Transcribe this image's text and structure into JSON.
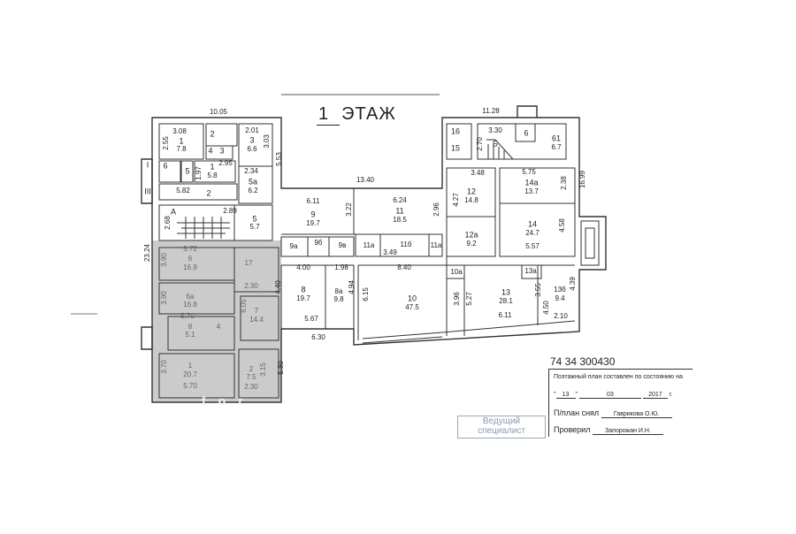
{
  "title": {
    "number": "1",
    "label": "ЭТАЖ"
  },
  "rooms": [
    {
      "number": "1",
      "area": "7.8"
    },
    {
      "number": "2"
    },
    {
      "number": "4"
    },
    {
      "number": "3"
    },
    {
      "number": "3",
      "area": "6.6"
    },
    {
      "number": "6"
    },
    {
      "number": "5"
    },
    {
      "number": "1",
      "area": "5.8"
    },
    {
      "number": "5а",
      "area": "6.2"
    },
    {
      "number": "2"
    },
    {
      "number": "А"
    },
    {
      "number": "5",
      "area": "5.7"
    },
    {
      "number": "9",
      "area": "19.7"
    },
    {
      "number": "11",
      "area": "18.5"
    },
    {
      "number": "16"
    },
    {
      "number": "15"
    },
    {
      "number": "Б"
    },
    {
      "number": "6"
    },
    {
      "number": "61",
      "area": "6.7"
    },
    {
      "number": "12",
      "area": "14.8"
    },
    {
      "number": "14а",
      "area": "13.7"
    },
    {
      "number": "12а",
      "area": "9.2"
    },
    {
      "number": "14",
      "area": "24.7"
    },
    {
      "number": "10а"
    },
    {
      "number": "13а"
    },
    {
      "number": "13",
      "area": "28.1"
    },
    {
      "number": "13б",
      "area": "9.4"
    },
    {
      "number": "9а"
    },
    {
      "number": "9б"
    },
    {
      "number": "9в"
    },
    {
      "number": "11а"
    },
    {
      "number": "11б"
    },
    {
      "number": "11а"
    },
    {
      "number": "8",
      "area": "19.7"
    },
    {
      "number": "8а",
      "area": "9.8"
    },
    {
      "number": "10",
      "area": "47.5"
    },
    {
      "number": "6",
      "area": "16.9"
    },
    {
      "number": "17"
    },
    {
      "number": "6а",
      "area": "16.8"
    },
    {
      "number": "7",
      "area": "14.4"
    },
    {
      "number": "8",
      "area": "5.1"
    },
    {
      "number": "4"
    },
    {
      "number": "1",
      "area": "20.7"
    },
    {
      "number": "2",
      "area": "7.5"
    }
  ],
  "dimensions": [
    "10.05",
    "3.08",
    "2.55",
    "2.01",
    "3.03",
    "5.53",
    "2.95",
    "1.97",
    "2.34",
    "5.82",
    "2.89",
    "2.68",
    "13.40",
    "6.11",
    "3.22",
    "6.24",
    "2.96",
    "11.28",
    "3.30",
    "2.70",
    "3.48",
    "4.27",
    "5.75",
    "2.38",
    "16.99",
    "4.58",
    "5.57",
    "3.96",
    "5.27",
    "3.55",
    "4.50",
    "4.39",
    "6.11",
    "2.10",
    "3.49",
    "4.00",
    "1.98",
    "8.40",
    "4.40",
    "4.94",
    "5.67",
    "6.30",
    "6.15",
    "5.72",
    "2.30",
    "5.70",
    "5.70",
    "2.30",
    "5.80",
    "23.24",
    "3.90",
    "3.90",
    "3.70",
    "3.15",
    "6.05"
  ],
  "entrances": [
    "I",
    "III"
  ],
  "inventory_code": "74 34 300430",
  "stamp_box": {
    "line1": "Поэтажный план составлен по состоянию на",
    "day": "13",
    "month": "03",
    "year": "2017",
    "year_suffix": "г.",
    "drawn_label": "П/план снял",
    "drawn_by": "Гаврикова О.Ю.",
    "checked_label": "Проверил",
    "checked_by": "Запорожан И.Н."
  },
  "stamp": {
    "line1": "Ведущий",
    "line2": "специалист"
  },
  "watermark": "for"
}
